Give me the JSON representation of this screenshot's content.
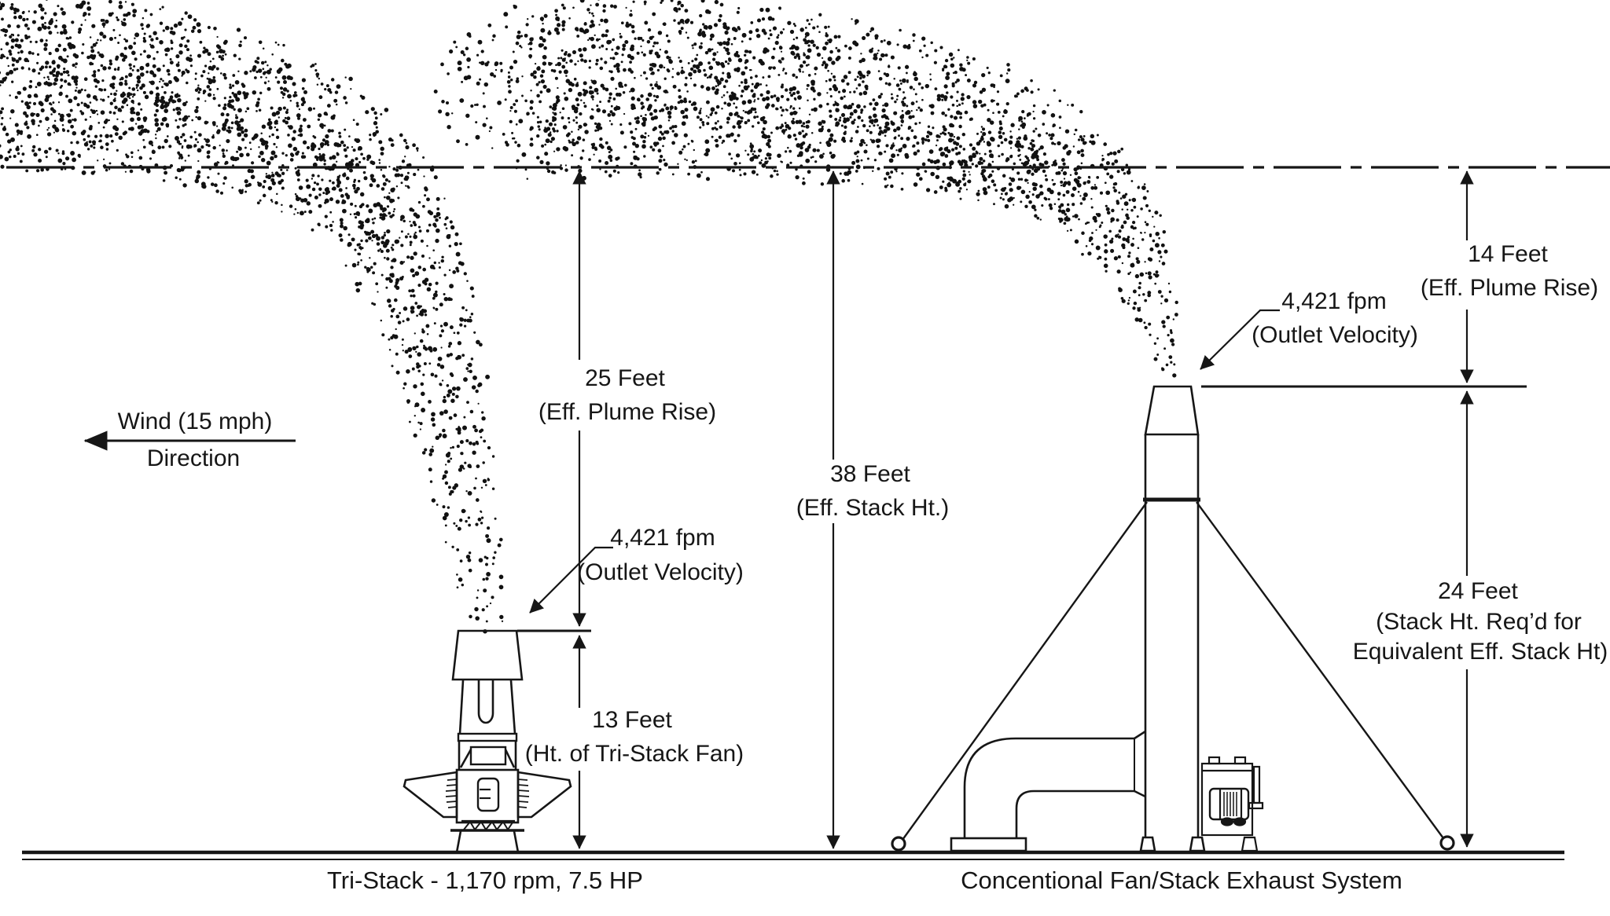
{
  "diagram": {
    "ink_color": "#161616",
    "background": "#ffffff"
  },
  "wind": {
    "line1": "Wind (15 mph)",
    "line2": "Direction"
  },
  "tri_stack": {
    "caption": "Tri-Stack - 1,170 rpm, 7.5 HP",
    "plume_rise_value": "25 Feet",
    "plume_rise_note": "(Eff. Plume Rise)",
    "outlet_velocity_value": "4,421 fpm",
    "outlet_velocity_note": "(Outlet Velocity)",
    "fan_height_value": "13 Feet",
    "fan_height_note": "(Ht. of Tri-Stack Fan)"
  },
  "conventional": {
    "caption": "Concentional Fan/Stack Exhaust System",
    "outlet_velocity_value": "4,421 fpm",
    "outlet_velocity_note": "(Outlet Velocity)",
    "plume_rise_value": "14 Feet",
    "plume_rise_note": "(Eff. Plume Rise)",
    "eff_stack_height_value": "38 Feet",
    "eff_stack_height_note": "(Eff. Stack Ht.)",
    "required_stack_height_value": "24 Feet",
    "required_stack_height_note_line1": "(Stack Ht. Req’d for",
    "required_stack_height_note_line2": "Equivalent Eff. Stack Ht)"
  }
}
